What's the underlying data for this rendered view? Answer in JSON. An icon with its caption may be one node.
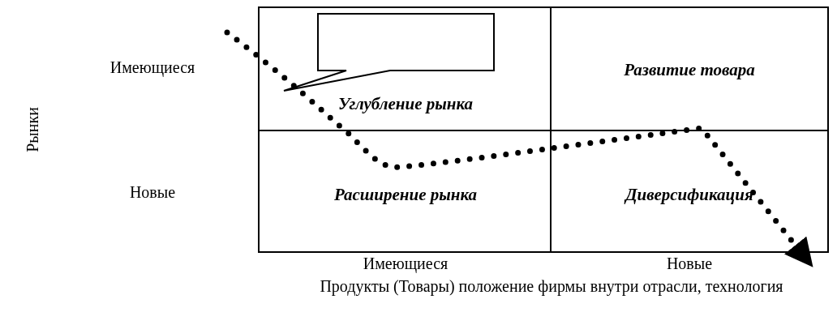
{
  "diagram": {
    "nodes": [
      {
        "text": [
          "Углубление рынка"
        ]
      },
      {
        "text": [],
        "shape": "box",
        "in": 0
      },
      {
        "text": [
          "Развитие товара"
        ]
      },
      {
        "text": [
          "Расширение рынка"
        ]
      },
      {
        "text": [
          "Диверсификация"
        ]
      }
    ],
    "labels": [
      "Имеющиеся",
      "Рынки",
      "Новые",
      "Имеющиеся",
      "Новые",
      "Продукты (Товары) положение фирмы внутри отрасли, технология"
    ]
  }
}
